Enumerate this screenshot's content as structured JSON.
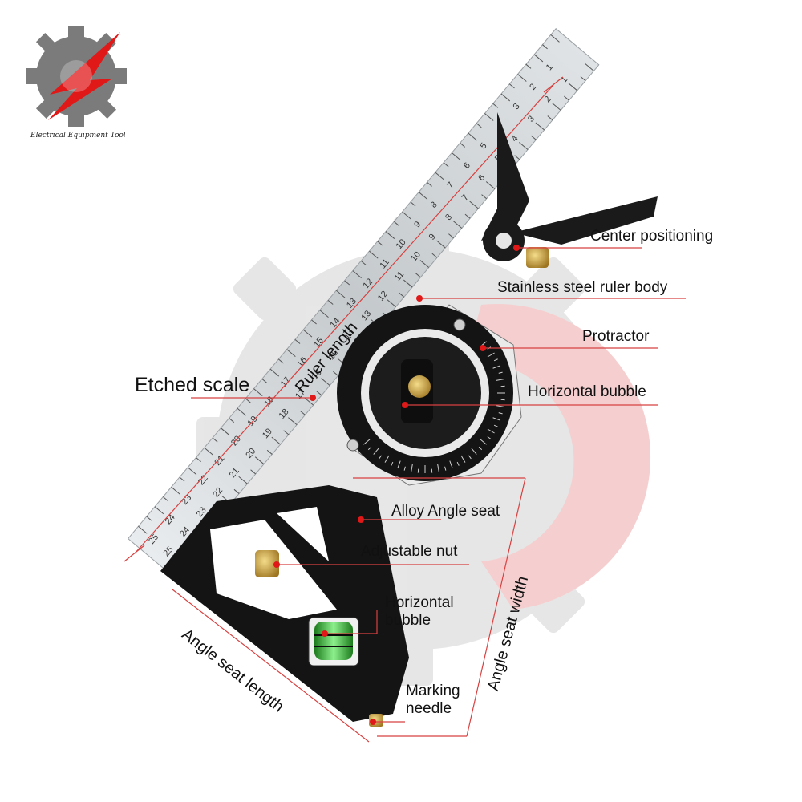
{
  "brand": {
    "name": "Electrical Equipment Tool"
  },
  "labels": {
    "center_positioning": "Center positioning",
    "ruler_body": "Stainless steel ruler body",
    "protractor": "Protractor",
    "horizontal_bubble_top": "Horizontal bubble",
    "etched_scale": "Etched scale",
    "ruler_length": "Ruler length",
    "alloy_angle_seat": "Alloy Angle seat",
    "adjustable_nut": "Adjustable nut",
    "horizontal_bubble_bottom_1": "Horizontal",
    "horizontal_bubble_bottom_2": "bubble",
    "marking_needle_1": "Marking",
    "marking_needle_2": "needle",
    "angle_seat_width": "Angle seat width",
    "angle_seat_length": "Angle seat length"
  },
  "ruler_scale": [
    "1",
    "2",
    "3",
    "4",
    "5",
    "6",
    "7",
    "8",
    "9",
    "10",
    "11",
    "12",
    "13",
    "14",
    "15",
    "16",
    "17",
    "18",
    "19",
    "20",
    "21",
    "22",
    "23",
    "24",
    "25"
  ],
  "colors": {
    "accent_red": "#e01818",
    "leader_line": "#d84040",
    "tool_black": "#151515",
    "steel": "#cfd3d6",
    "brass": "#c9a243"
  }
}
